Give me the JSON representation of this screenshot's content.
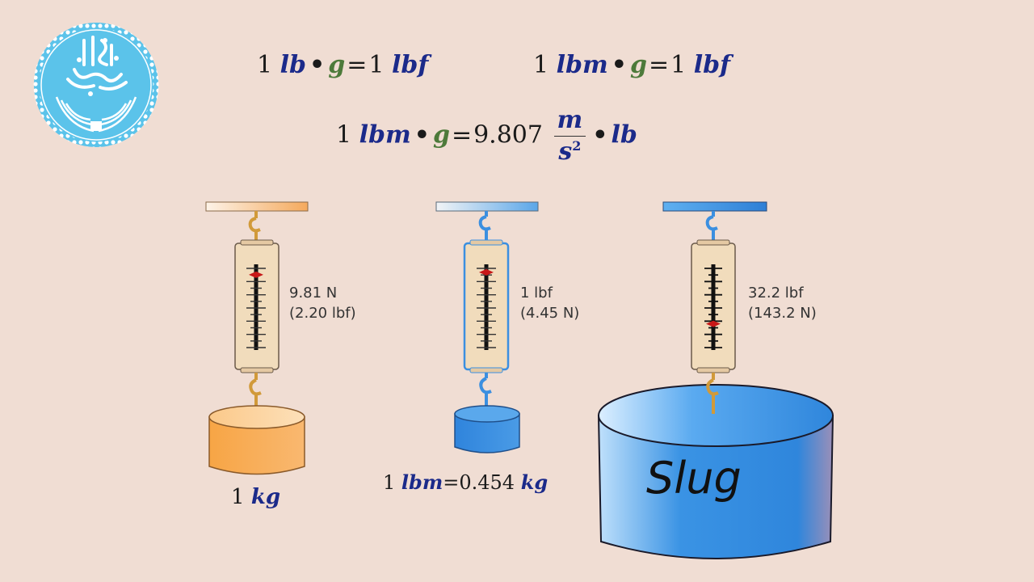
{
  "equations": {
    "eq1": {
      "n1": "1",
      "u1": "lb",
      "dot": "•",
      "g": "g",
      "eq": "=",
      "n2": "1",
      "u2": "lbf"
    },
    "eq2": {
      "n1": "1",
      "u1": "lbm",
      "dot": "•",
      "g": "g",
      "eq": "=",
      "n2": "1",
      "u2": "lbf"
    },
    "eq3": {
      "n1": "1",
      "u1": "lbm",
      "dot": "•",
      "g": "g",
      "eq": "=",
      "value": "9.807",
      "num": "m",
      "den": "s",
      "exp": "2",
      "dot2": "•",
      "u2": "lb"
    }
  },
  "scales": [
    {
      "reading": "9.81 N\n(2.20 lbf)",
      "pointer_fraction": 0.08
    },
    {
      "reading": "1 lbf\n(4.45 N)",
      "pointer_fraction": 0.05
    },
    {
      "reading": "32.2 lbf\n(143.2 N)",
      "pointer_fraction": 0.7
    }
  ],
  "labels": {
    "kg": {
      "n": "1",
      "u": "kg"
    },
    "lbm": {
      "n": "1",
      "u1": "lbm",
      "eq": "=",
      "value": "0.454",
      "u2": "kg"
    },
    "slug": "Slug"
  },
  "colors": {
    "background": "#f0ddd3",
    "unit_blue": "#1b2a8a",
    "gravity_green": "#4d7a3a",
    "orange_mass": "#f5a23a",
    "blue_mass": "#3b8fe0",
    "scale_body": "#f1dcbc"
  },
  "icons": {
    "logo": "university-of-tehran-logo-icon"
  }
}
